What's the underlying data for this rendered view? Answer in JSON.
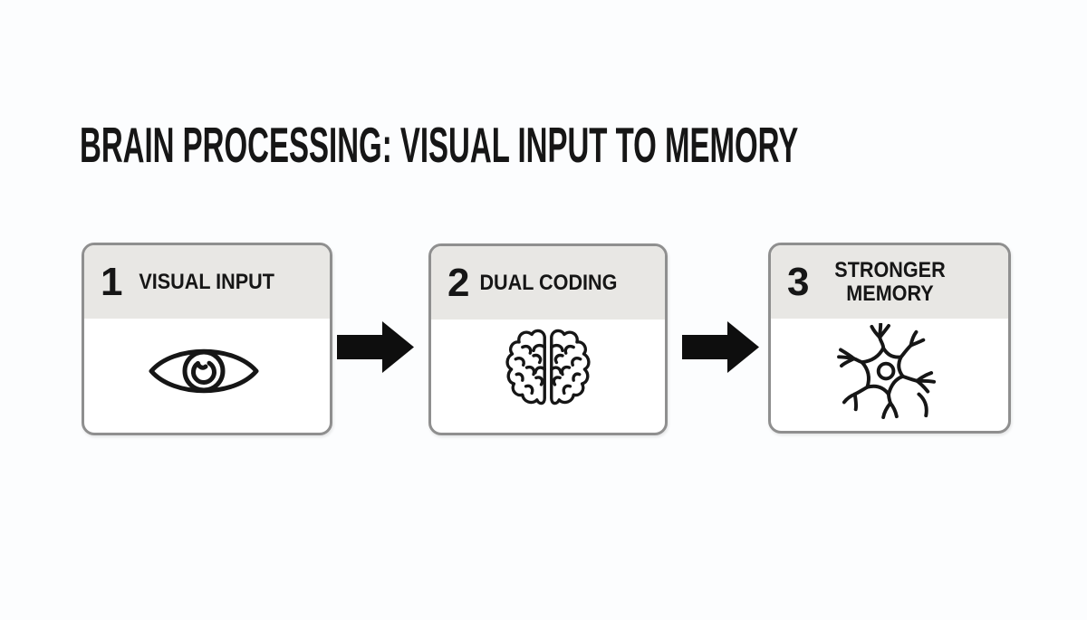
{
  "title": "BRAIN PROCESSING: VISUAL INPUT TO MEMORY",
  "colors": {
    "ink": "#161616",
    "box_border": "#8f8f8f",
    "header_bg": "#e8e7e4",
    "body_bg": "#ffffff",
    "arrow": "#0e0e0e",
    "background": "#fcfdfe"
  },
  "steps": [
    {
      "number": "1",
      "label": "VISUAL INPUT",
      "icon": "eye-icon"
    },
    {
      "number": "2",
      "label": "DUAL CODING",
      "icon": "brain-icon"
    },
    {
      "number": "3",
      "label": "STRONGER MEMORY",
      "icon": "neuron-icon"
    }
  ],
  "connectors": [
    {
      "icon": "arrow-right-icon"
    },
    {
      "icon": "arrow-right-icon"
    }
  ]
}
